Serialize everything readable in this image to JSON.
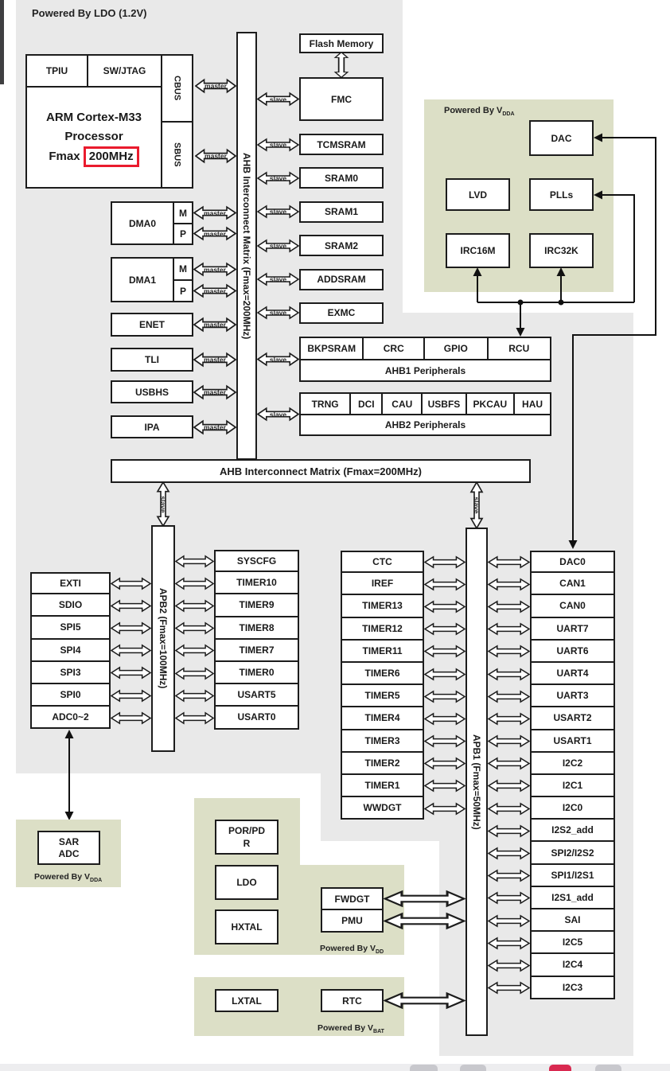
{
  "page": {
    "powered_by_ldo": "Powered By LDO (1.2V)"
  },
  "processor": {
    "tpiu": "TPIU",
    "swjtag": "SW/JTAG",
    "line1": "ARM Cortex-M33",
    "line2": "Processor",
    "fmax_label": "Fmax",
    "fmax_value": "200MHz",
    "cbus": "CBUS",
    "sbus": "SBUS"
  },
  "buses": {
    "ahb_matrix_vertical": "AHB Interconnect Matrix (Fmax=200MHz)",
    "ahb_matrix_horizontal": "AHB Interconnect Matrix (Fmax=200MHz)",
    "apb2": "APB2 (Fmax=100MHz)",
    "apb1": "APB1 (Fmax=50MHz)",
    "master_label": "master",
    "slave_label": "slave"
  },
  "masters": {
    "dma0": "DMA0",
    "dma1": "DMA1",
    "m": "M",
    "p": "P",
    "others": [
      "ENET",
      "TLI",
      "USBHS",
      "IPA"
    ]
  },
  "ahb_slaves": {
    "flash": "Flash Memory",
    "fmc": "FMC",
    "memories": [
      "TCMSRAM",
      "SRAM0",
      "SRAM1",
      "SRAM2",
      "ADDSRAM",
      "EXMC"
    ]
  },
  "ahb1": {
    "cells": [
      "BKPSRAM",
      "CRC",
      "GPIO",
      "RCU"
    ],
    "label": "AHB1 Peripherals"
  },
  "ahb2": {
    "cells": [
      "TRNG",
      "DCI",
      "CAU",
      "USBFS",
      "PKCAU",
      "HAU"
    ],
    "label": "AHB2 Peripherals"
  },
  "analog": {
    "powered": "Powered By V",
    "powered_sub": "DDA",
    "dac": "DAC",
    "lvd": "LVD",
    "plls": "PLLs",
    "irc16m": "IRC16M",
    "irc32k": "IRC32K"
  },
  "apb2_left": [
    "EXTI",
    "SDIO",
    "SPI5",
    "SPI4",
    "SPI3",
    "SPI0",
    "ADC0~2"
  ],
  "apb2_right": [
    "SYSCFG",
    "TIMER10",
    "TIMER9",
    "TIMER8",
    "TIMER7",
    "TIMER0",
    "USART5",
    "USART0"
  ],
  "apb1_left": [
    "CTC",
    "IREF",
    "TIMER13",
    "TIMER12",
    "TIMER11",
    "TIMER6",
    "TIMER5",
    "TIMER4",
    "TIMER3",
    "TIMER2",
    "TIMER1",
    "WWDGT"
  ],
  "apb1_right": [
    "DAC0",
    "CAN1",
    "CAN0",
    "UART7",
    "UART6",
    "UART4",
    "UART3",
    "USART2",
    "USART1",
    "I2C2",
    "I2C1",
    "I2C0",
    "I2S2_add",
    "SPI2/I2S2",
    "SPI1/I2S1",
    "I2S1_add",
    "SAI",
    "I2C5",
    "I2C4",
    "I2C3"
  ],
  "sar": {
    "line1": "SAR",
    "line2": "ADC",
    "powered": "Powered By V",
    "powered_sub": "DDA"
  },
  "vdd_domain": {
    "por_line1": "POR/PD",
    "por_line2": "R",
    "ldo": "LDO",
    "hxtal": "HXTAL",
    "fwdgt": "FWDGT",
    "pmu": "PMU",
    "powered": "Powered By V",
    "powered_sub": "DD"
  },
  "vbat_domain": {
    "lxtal": "LXTAL",
    "rtc": "RTC",
    "powered": "Powered By V",
    "powered_sub": "BAT"
  },
  "colors": {
    "diagram_gray": "#e9e9e9",
    "power_green": "#dcdfc6",
    "highlight_red": "#ea1b2d",
    "dock_bar": "#ededef",
    "dock_icon_gray": "#c8c8cd",
    "dock_icon_red": "#d92950"
  }
}
